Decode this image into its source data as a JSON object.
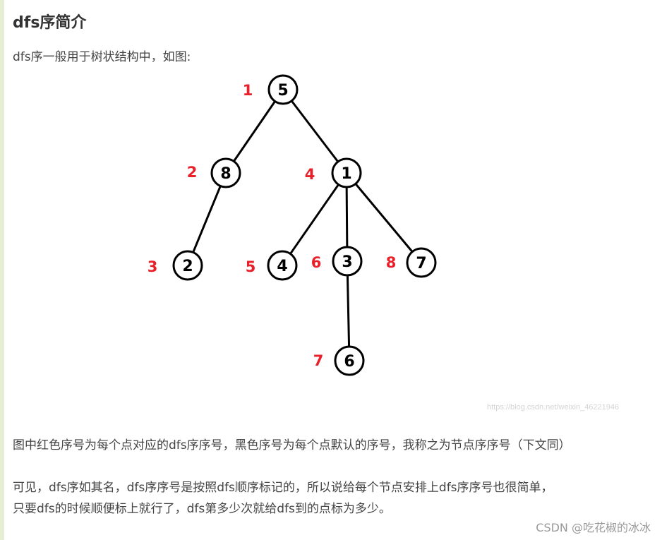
{
  "article": {
    "title": "dfs序简介",
    "intro": "dfs序一般用于树状结构中，如图:",
    "paragraph1": "图中红色序号为每个点对应的dfs序序号，黑色序号为每个点默认的序号，我称之为节点序序号（下文同）",
    "paragraph2": "可见，dfs序如其名，dfs序序号是按照dfs顺序标记的，所以说给每个节点安排上dfs序序号也很简单，",
    "paragraph3": "只要dfs的时候顺便标上就行了，dfs第多少次就给dfs到的点标为多少。"
  },
  "figure": {
    "image_watermark": "https://blog.csdn.net/weixin_46221946",
    "colors": {
      "node_stroke": "#000000",
      "dfs_label": "#e8202a"
    },
    "nodes": [
      {
        "id": "5",
        "dfs": "1"
      },
      {
        "id": "8",
        "dfs": "2"
      },
      {
        "id": "1",
        "dfs": "4"
      },
      {
        "id": "2",
        "dfs": "3"
      },
      {
        "id": "4",
        "dfs": "5"
      },
      {
        "id": "3",
        "dfs": "6"
      },
      {
        "id": "7",
        "dfs": "8"
      },
      {
        "id": "6",
        "dfs": "7"
      }
    ],
    "edges": [
      [
        "5",
        "8"
      ],
      [
        "5",
        "1"
      ],
      [
        "8",
        "2"
      ],
      [
        "1",
        "4"
      ],
      [
        "1",
        "3"
      ],
      [
        "1",
        "7"
      ],
      [
        "3",
        "6"
      ]
    ]
  },
  "footer": {
    "watermark": "CSDN @吃花椒的冰冰"
  }
}
